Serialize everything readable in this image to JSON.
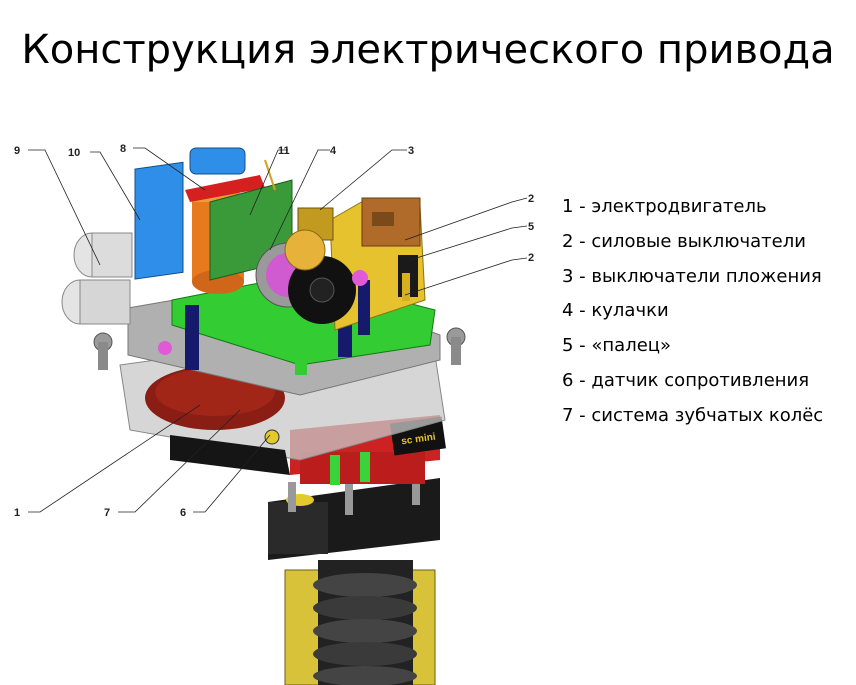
{
  "title": "Конструкция электрического привода",
  "legend": [
    "1 - электродвигатель",
    "2 - силовые выключатели",
    "3 - выключатели пложения",
    "4 - кулачки",
    "5 - «палец»",
    "6 - датчик сопротивления",
    "7 - система зубчатых колёс"
  ],
  "callouts": [
    "9",
    "10",
    "8",
    "11",
    "4",
    "3",
    "2",
    "5",
    "2",
    "1",
    "7",
    "6"
  ],
  "device_label": "sc mini",
  "colors": {
    "board_green": "#33cc33",
    "motor_orange": "#e87a1e",
    "terminal_blue": "#2f8fe8",
    "bracket_yellow": "#e6c22e",
    "gear_red": "#cc2222",
    "housing_grey": "#b8b8b8",
    "body_black": "#1a1a1a"
  }
}
